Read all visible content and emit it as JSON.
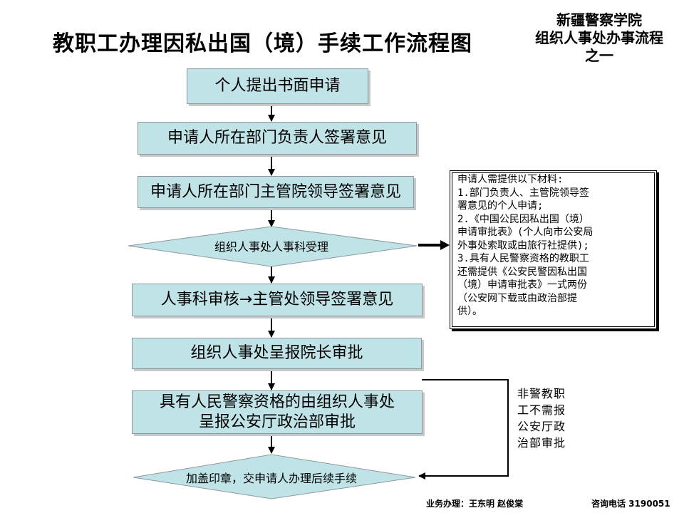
{
  "title": "教职工办理因私出国（境）手续工作流程图",
  "org": {
    "line1": "新疆警察学院",
    "line2": "组织人事处办事流程",
    "line3": "之一"
  },
  "steps": [
    "个人提出书面申请",
    "申请人所在部门负责人签署意见",
    "申请人所在部门主管院领导签署意见",
    "组织人事处人事科受理",
    "人事科审核→主管处领导签署意见",
    "组织人事处呈报院长审批",
    "具有人民警察资格的由组织人事处",
    "呈报公安厅政治部审批",
    "加盖印章，交申请人办理后续手续"
  ],
  "materials": [
    "申请人需提供以下材料:",
    "1.部门负责人、主管院领导签",
    "署意见的个人申请;",
    "2.《中国公民因私出国（境）",
    "申请审批表》(个人向市公安局",
    "外事处索取或由旅行社提供);",
    "3.具有人民警察资格的教职工",
    "还需提供《公安民警因私出国",
    "（境）申请审批表》一式两份",
    "（公安网下载或由政治部提",
    "供）。"
  ],
  "side_note": [
    "非警教职",
    "工不需报",
    "公安厅政",
    "治部审批"
  ],
  "footer": {
    "handler": "业务办理：王东明    赵俊棠",
    "phone": "咨询电话  3190051"
  }
}
